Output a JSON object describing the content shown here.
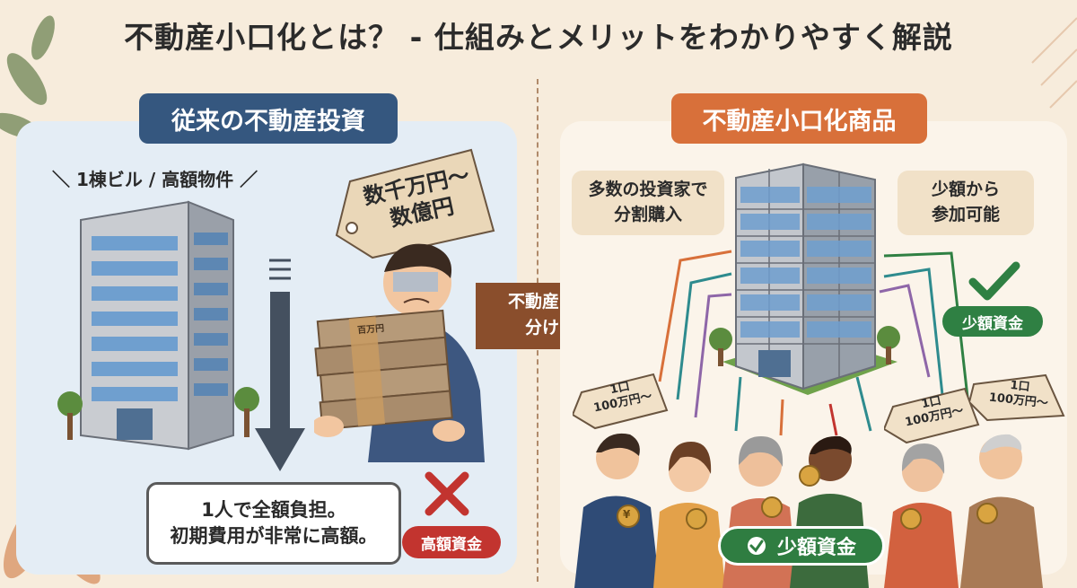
{
  "title": "不動産小口化とは？ - 仕組みとメリットをわかりやすく解説",
  "left": {
    "heading": "従来の不動産投資",
    "sublabel": "＼ 1棟ビル / 高額物件 ／",
    "price_tag_line1": "数千万円〜",
    "price_tag_line2": "数億円",
    "money_band": "百万円",
    "note_line1": "1人で全額負担。",
    "note_line2": "初期費用が非常に高額。",
    "badge": "高額資金"
  },
  "middle": {
    "arrow_line1": "不動産を小口に",
    "arrow_line2": "分けて販売"
  },
  "right": {
    "heading": "不動産小口化商品",
    "bubble_left_line1": "多数の投資家で",
    "bubble_left_line2": "分割購入",
    "bubble_right_line1": "少額から",
    "bubble_right_line2": "参加可能",
    "badge_small": "少額資金",
    "badge_big": "少額資金",
    "unit_tag_line1": "1口",
    "unit_tag_line2": "100万円〜",
    "coin_symbol": "¥"
  },
  "colors": {
    "left_heading": "#35577f",
    "right_heading": "#d8703a",
    "red_badge": "#c2342f",
    "green_badge": "#2f8043",
    "arrow_brown": "#8a4e2c",
    "left_panel": "#e4edf5",
    "right_panel": "#fbf4ea"
  }
}
